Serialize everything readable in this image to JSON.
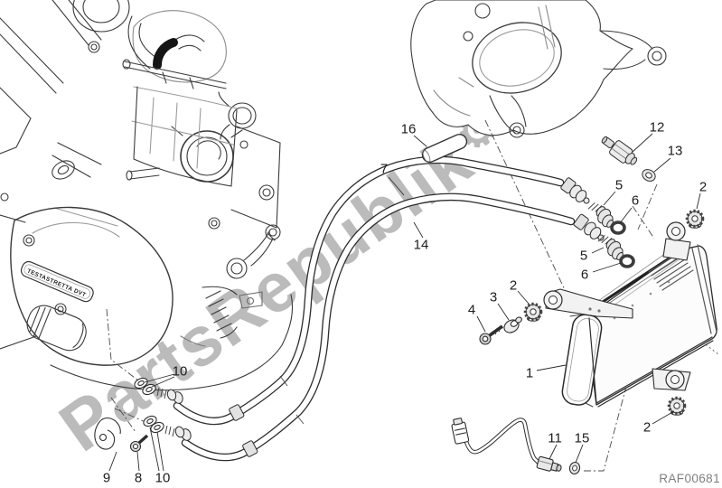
{
  "diagram": {
    "watermark": {
      "text": "PartsRepublik",
      "gear_icon": "⚙"
    },
    "drawing_code": "RAF00681",
    "engine_badge": "TESTASTRETTA DVT",
    "callouts": [
      "1",
      "2",
      "2",
      "2",
      "3",
      "4",
      "5",
      "5",
      "6",
      "6",
      "7",
      "8",
      "9",
      "10",
      "10",
      "11",
      "12",
      "13",
      "14",
      "15",
      "16"
    ],
    "colors": {
      "background": "#ffffff",
      "line": "#2d2d2d",
      "watermark": "#8a8a8a",
      "code_text": "#7f7f7f",
      "callout_text": "#1c1c1c"
    }
  }
}
